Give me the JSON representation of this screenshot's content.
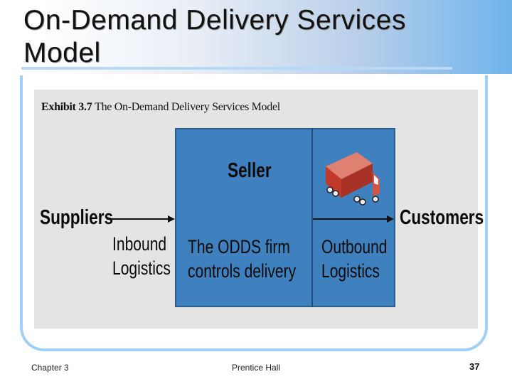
{
  "slide": {
    "title_line1": "On-Demand Delivery Services",
    "title_line2": "Model"
  },
  "exhibit": {
    "number": "Exhibit 3.7",
    "caption": "The On-Demand Delivery Services Model",
    "seller": "Seller",
    "suppliers": "Suppliers",
    "customers": "Customers",
    "inbound_line1": "Inbound",
    "inbound_line2": "Logistics",
    "firm_line1": "The ODDS firm",
    "firm_line2": "controls delivery",
    "outbound_line1": "Outbound",
    "outbound_line2": "Logistics",
    "icons": [
      "delivery-truck-icon"
    ],
    "colors": {
      "box": "#3f81bf",
      "background": "#e4e4e4",
      "truck": "#c0392b"
    }
  },
  "footer": {
    "chapter": "Chapter 3",
    "publisher": "Prentice Hall",
    "page": "37"
  }
}
